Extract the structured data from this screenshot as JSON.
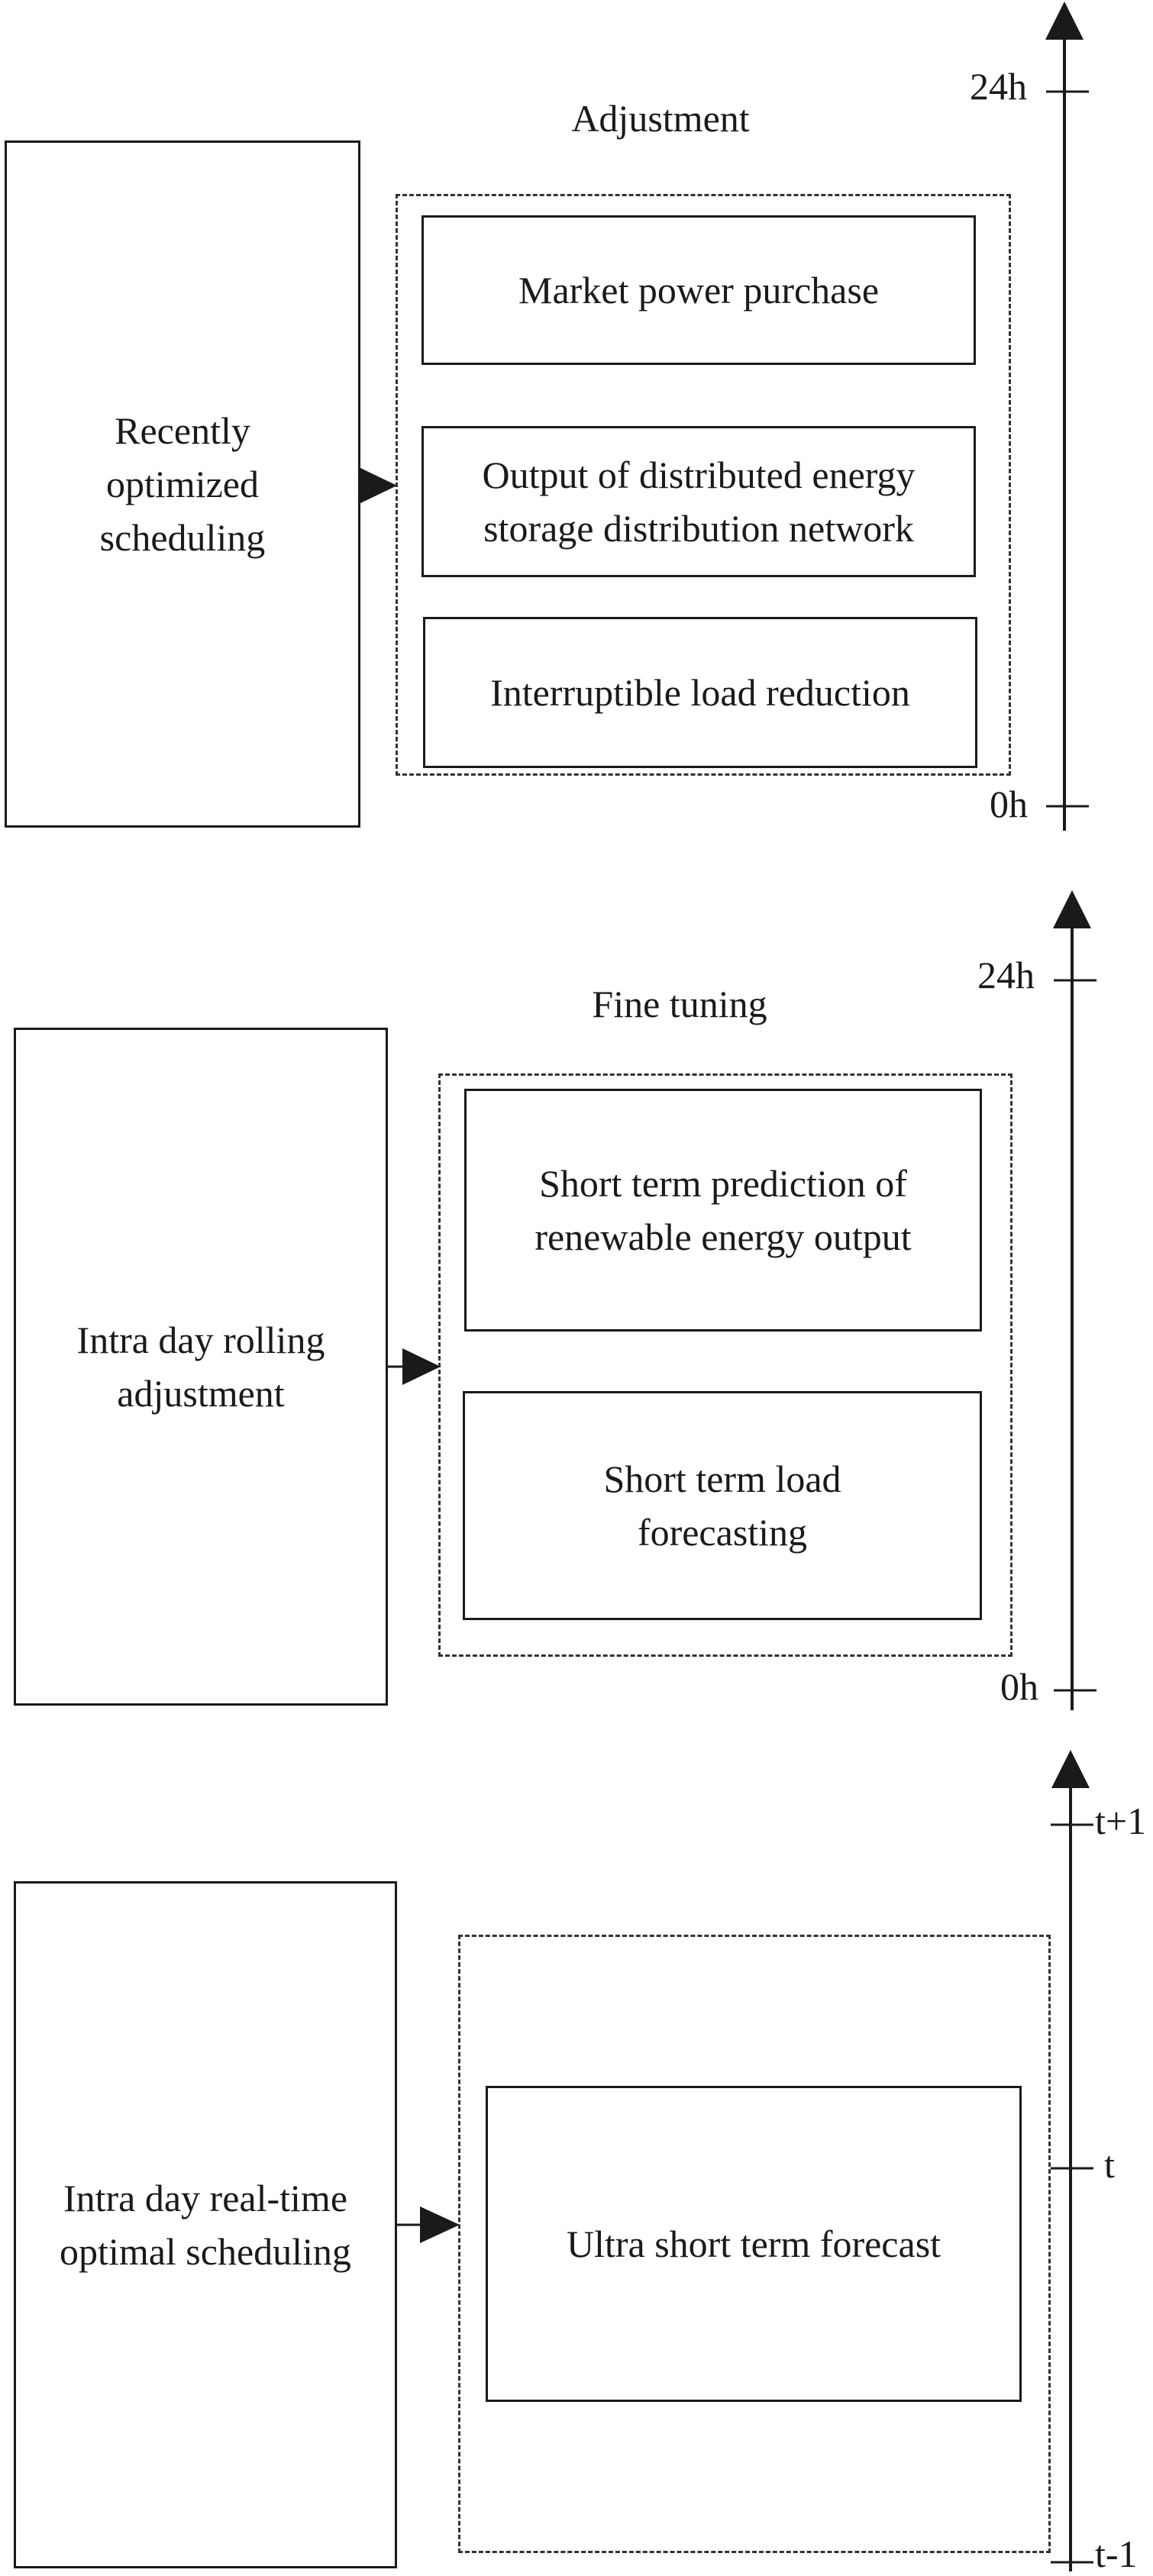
{
  "panels": [
    {
      "main_block": "Recently optimized scheduling",
      "group_title": "Adjustment",
      "items": [
        "Market power purchase",
        "Output of distributed energy storage distribution network",
        "Interruptible load reduction"
      ],
      "axis": {
        "top": "24h",
        "bottom": "0h"
      }
    },
    {
      "main_block": "Intra day rolling adjustment",
      "group_title": "Fine tuning",
      "items": [
        "Short term prediction of renewable energy output",
        "Short term load forecasting"
      ],
      "axis": {
        "top": "24h",
        "bottom": "0h"
      }
    },
    {
      "main_block": "Intra day real-time optimal scheduling",
      "group_title": "",
      "items": [
        "Ultra short term forecast"
      ],
      "axis": {
        "top": "t+1",
        "middle": "t",
        "bottom": "t-1"
      }
    }
  ]
}
